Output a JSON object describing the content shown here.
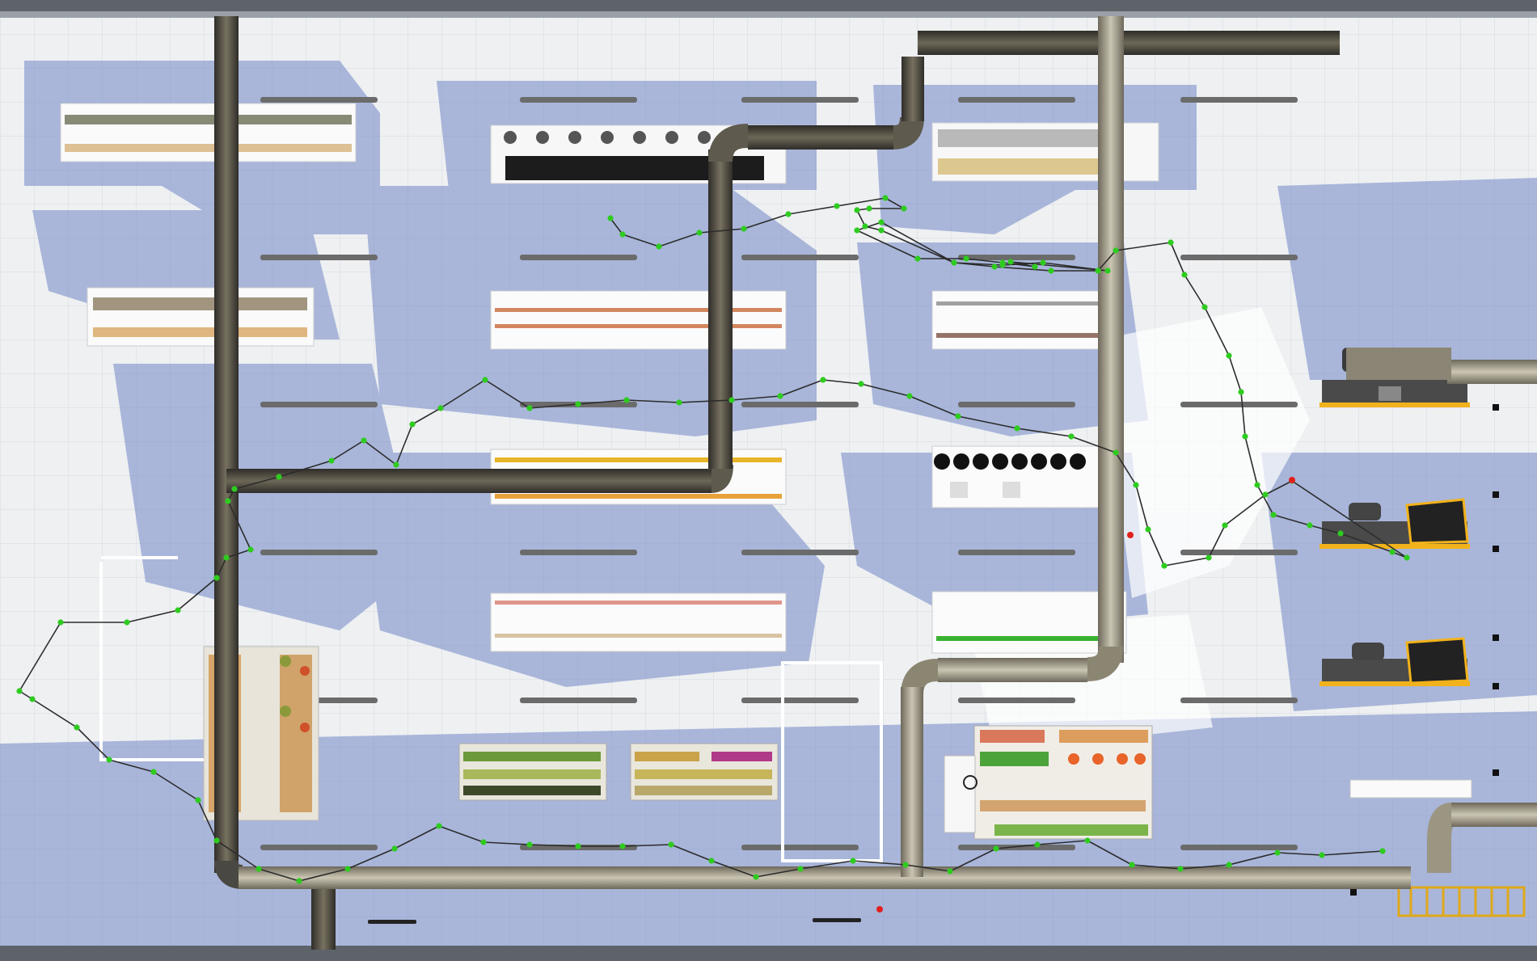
{
  "view": {
    "name": "supermarket-top-down-view",
    "floor_color": "#eef0f2",
    "shadow_color": "#6f86c4",
    "duct_color": "#4a4842",
    "duct_highlight": "#cfcab8",
    "path_line_color": "#2c2c2c",
    "waypoint_color": "#2ecc1f",
    "target_color": "#e0201c",
    "checkout_accent": "#f2b21b"
  },
  "path": {
    "waypoint_count": 112,
    "marker_icon": "green-dot-icon",
    "target_icon": "red-dot-icon"
  },
  "areas": [
    {
      "name": "upper-left-shelf"
    },
    {
      "name": "left-shelf"
    },
    {
      "name": "top-center-oven-display"
    },
    {
      "name": "top-right-appliance-shelf"
    },
    {
      "name": "center-shelf-row-1"
    },
    {
      "name": "center-shelf-row-2"
    },
    {
      "name": "center-shelf-row-3"
    },
    {
      "name": "right-shelf-row-1"
    },
    {
      "name": "right-shelf-row-2"
    },
    {
      "name": "right-shelf-row-3"
    },
    {
      "name": "produce-stand-left"
    },
    {
      "name": "produce-stand-center"
    },
    {
      "name": "produce-stand-right"
    },
    {
      "name": "checkout-counter-1"
    },
    {
      "name": "checkout-counter-2"
    },
    {
      "name": "checkout-counter-3"
    },
    {
      "name": "shopping-carts"
    }
  ]
}
